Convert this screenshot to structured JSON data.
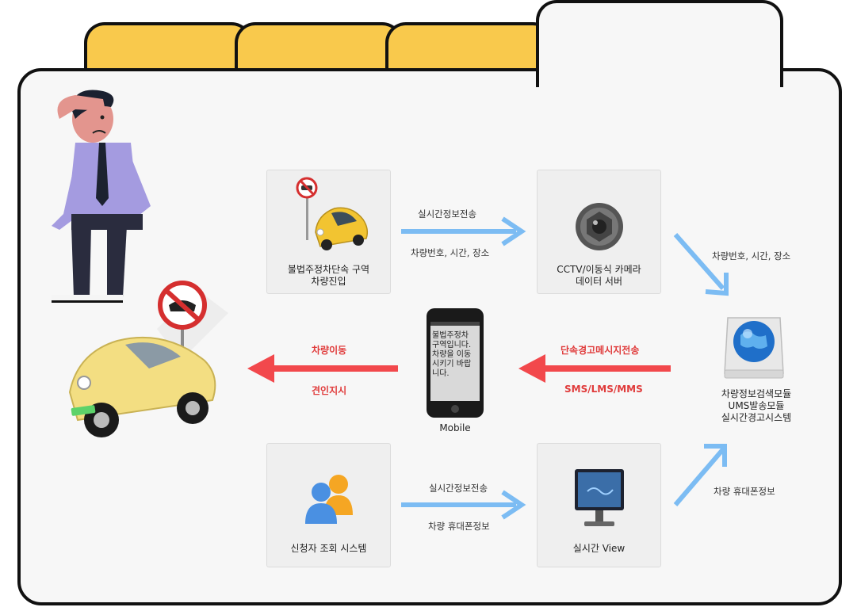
{
  "colors": {
    "tab_yellow": "#f9c94c",
    "panel_bg": "#f7f7f7",
    "blue_arrow": "#7cbcf3",
    "red_arrow": "#f2484c",
    "red_text": "#e03b3b"
  },
  "nodes": {
    "illegal_parking": "불법주정차단속 구역\n차량진입",
    "cctv": "CCTV/이동식 카메라\n데이터 서버",
    "system": "차량정보검색모듈\nUMS발송모듈\n실시간경고시스템",
    "mobile": "Mobile",
    "applicant": "신청자 조회 시스템",
    "realtime_view": "실시간 View"
  },
  "mobile_screen_text": "불법주정차\n구역입니다.\n차량을 이동\n시키기 바랍\n니다.",
  "edges": {
    "parking_to_cctv": {
      "top": "실시간정보전송",
      "bottom": "차량번호, 시간, 장소"
    },
    "cctv_to_system": {
      "label": "차량번호, 시간, 장소"
    },
    "system_to_mobile": {
      "top": "단속경고메시지전송",
      "bottom": "SMS/LMS/MMS"
    },
    "mobile_to_car": {
      "top": "차량이동",
      "bottom": "견인지시"
    },
    "applicant_to_view": {
      "top": "실시간정보전송",
      "bottom": "차량 휴대폰정보"
    },
    "view_to_system": {
      "label": "차량 휴대폰정보"
    }
  },
  "icons": [
    "no-parking-sign-icon",
    "car-icon",
    "camera-lens-icon",
    "globe-server-icon",
    "smartphone-icon",
    "users-icon",
    "monitor-icon",
    "worried-man-icon",
    "beetle-car-icon"
  ]
}
